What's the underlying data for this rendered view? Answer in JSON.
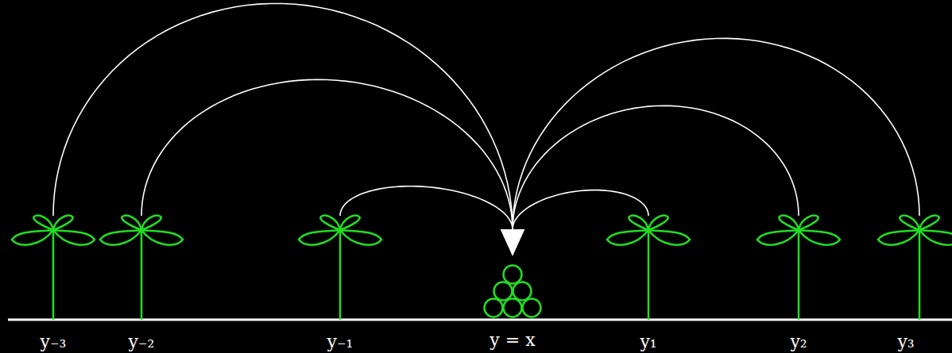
{
  "diagram": {
    "nodes": [
      {
        "text": [
          "y₋₃"
        ]
      },
      {
        "text": [
          "y₋₂"
        ]
      },
      {
        "text": [
          "y₋₁"
        ]
      },
      {
        "text": [
          "y = x"
        ]
      },
      {
        "text": [
          "y₁"
        ]
      },
      {
        "text": [
          "y₂"
        ]
      },
      {
        "text": [
          "y₃"
        ]
      }
    ],
    "edges": [
      {
        "from": 0,
        "to": 3,
        "arrow": "to"
      },
      {
        "from": 1,
        "to": 3,
        "arrow": "to"
      },
      {
        "from": 2,
        "to": 3,
        "arrow": "to"
      },
      {
        "from": 4,
        "to": 3,
        "arrow": "to"
      },
      {
        "from": 5,
        "to": 3,
        "arrow": "to"
      },
      {
        "from": 6,
        "to": 3,
        "arrow": "to"
      }
    ]
  }
}
